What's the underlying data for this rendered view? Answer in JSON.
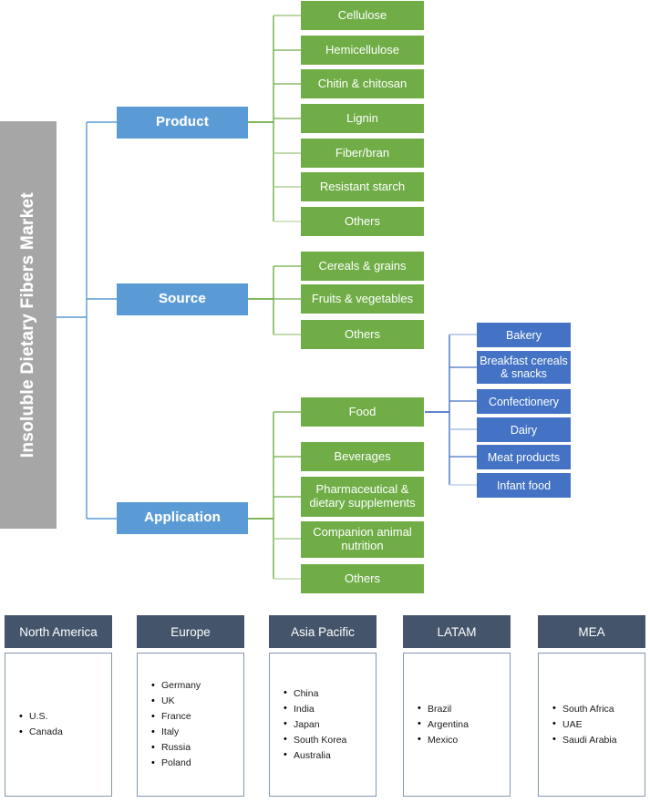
{
  "root": {
    "label": "Insoluble Dietary Fibers Market",
    "color": "#a6a6a6"
  },
  "colors": {
    "category": "#5b9bd5",
    "leaf_green": "#70ad47",
    "leaf_blue": "#4472c4",
    "region_header": "#44546a",
    "region_border": "#8497b0",
    "wire_blue": "#5b9bd5",
    "wire_green": "#70ad47",
    "wire_navy": "#4472c4"
  },
  "segments": [
    {
      "key": "product",
      "label": "Product",
      "items": [
        {
          "label": "Cellulose"
        },
        {
          "label": "Hemicellulose"
        },
        {
          "label": "Chitin & chitosan"
        },
        {
          "label": "Lignin"
        },
        {
          "label": "Fiber/bran"
        },
        {
          "label": "Resistant starch"
        },
        {
          "label": "Others"
        }
      ]
    },
    {
      "key": "source",
      "label": "Source",
      "items": [
        {
          "label": "Cereals & grains"
        },
        {
          "label": "Fruits & vegetables"
        },
        {
          "label": "Others"
        }
      ]
    },
    {
      "key": "application",
      "label": "Application",
      "items": [
        {
          "label": "Food"
        },
        {
          "label": "Beverages"
        },
        {
          "label": "Pharmaceutical & dietary supplements"
        },
        {
          "label": "Companion animal nutrition"
        },
        {
          "label": "Others"
        }
      ]
    }
  ],
  "food_subitems": [
    {
      "label": "Bakery"
    },
    {
      "label": "Breakfast cereals & snacks"
    },
    {
      "label": "Confectionery"
    },
    {
      "label": "Dairy"
    },
    {
      "label": "Meat products"
    },
    {
      "label": "Infant food"
    }
  ],
  "regions": [
    {
      "name": "North America",
      "countries": [
        "U.S.",
        "Canada"
      ]
    },
    {
      "name": "Europe",
      "countries": [
        "Germany",
        "UK",
        "France",
        "Italy",
        "Russia",
        "Poland"
      ]
    },
    {
      "name": "Asia Pacific",
      "countries": [
        "China",
        "India",
        "Japan",
        "South Korea",
        "Australia"
      ]
    },
    {
      "name": "LATAM",
      "countries": [
        "Brazil",
        "Argentina",
        "Mexico"
      ]
    },
    {
      "name": "MEA",
      "countries": [
        "South Africa",
        "UAE",
        "Saudi Arabia"
      ]
    }
  ]
}
